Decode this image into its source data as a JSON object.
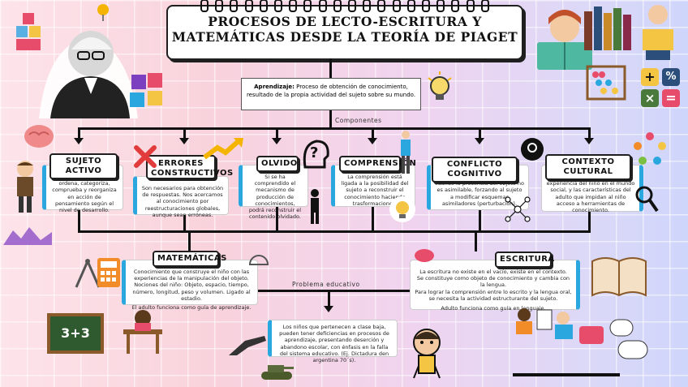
{
  "title": {
    "line1": "PROCESOS DE LECTO-ESCRITURA Y",
    "line2": "MATEMÁTICAS DESDE LA TEORÍA DE PIAGET"
  },
  "definition": {
    "term": "Aprendizaje:",
    "text": " Proceso de obtención de conocimiento, resultado de la propia actividad del sujeto sobre su mundo."
  },
  "components_label": "Componentes",
  "components": [
    {
      "tag": "SUJETO ACTIVO",
      "text": "Compara, excluye, ordena, categoriza, comprueba y reorganiza en acción de pensamiento según el nivel de desarrollo."
    },
    {
      "tag": "ERRORES CONSTRUCTIVOS",
      "text": "Son necesarios para obtención de respuestas. Nos acercamos al conocimiento por reestructuraciones globales, aunque sean erróneas."
    },
    {
      "tag": "OLVIDO",
      "text": "Si se ha comprendido el mecanismo de producción de conocimientos, podrá reconstruir el contenido olvidado."
    },
    {
      "tag": "COMPRENSIÓN",
      "text": "La comprensión está ligada a la posibilidad del sujeto a reconstruir el conocimiento haciendo trasformaciones."
    },
    {
      "tag": "CONFLICTO COGNITIVO",
      "text": "El conocimiento se adquiere cuando la presencia del objeto no es asimilable, forzando al sujeto a modificar esquemas asimiladores (perturbación)."
    },
    {
      "tag": "CONTEXTO CULTURAL",
      "text": "El desarrollo dependerá de la experiencia del niño en el mundo social, y las características del adulto que impidan al niño acceso a herramientas de conocimiento."
    }
  ],
  "matematicas": {
    "tag": "MATEMÁTICAS",
    "p1": "Conocimiento que construye el niño con las experiencias de la manipulación del objeto.",
    "p2": "Nociones del niño: Objeto, espacio, tiempo, número, longitud, peso y volumen. Ligado al estadio.",
    "p3": "El adulto funciona como guía de aprendizaje."
  },
  "escritura": {
    "tag": "ESCRITURA",
    "p1": "La escritura no existe en el vacío, existe en el contexto.",
    "p2": "Se constituye como objeto de conocimiento y cambia con la lengua.",
    "p3": "Para lograr la comprensión entre lo escrito y la lengua oral, se necesita la actividad estructurante del sujeto.",
    "p4": "Adulto funciona como guía en lenguaje."
  },
  "problema_label": "Problema educativo",
  "problema_text": "Los niños que pertenecen a clase baja, pueden tener deficiencias en procesos de aprendizaje, presentando deserción y abandono escolar, con énfasis en la falla del sistema educativo. (Ej. Dictadura den argentina 70´s).",
  "chalkboard_text": "3+3",
  "math_symbols": [
    "+",
    "%",
    "×",
    "="
  ],
  "colors": {
    "accent": "#2aa7df",
    "line": "#111111"
  },
  "icons": [
    "blocks-icon",
    "pushpin-icon",
    "puzzle-icon",
    "brain-icon",
    "x-mark-icon",
    "growth-arrow-icon",
    "question-head-icon",
    "lightbulb-icon",
    "gear-head-icon",
    "network-icon",
    "culture-people-icon",
    "magnifier-icon",
    "ruler-compass-icon",
    "calculator-icon",
    "chalkboard-icon",
    "tank-icon",
    "book-icon",
    "chat-icon"
  ]
}
